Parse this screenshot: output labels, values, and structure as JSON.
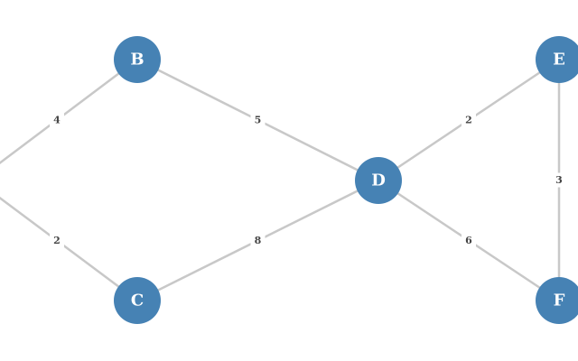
{
  "graph": {
    "node_color": "#4682b4",
    "edge_color": "#c8c8c8",
    "nodes": [
      {
        "id": "A",
        "label": ""
      },
      {
        "id": "B",
        "label": "B"
      },
      {
        "id": "C",
        "label": "C"
      },
      {
        "id": "D",
        "label": "D"
      },
      {
        "id": "E",
        "label": "E"
      },
      {
        "id": "F",
        "label": "F"
      }
    ],
    "edges": [
      {
        "from": "A",
        "to": "B",
        "weight": "4"
      },
      {
        "from": "A",
        "to": "C",
        "weight": "2"
      },
      {
        "from": "B",
        "to": "D",
        "weight": "5"
      },
      {
        "from": "C",
        "to": "D",
        "weight": "8"
      },
      {
        "from": "D",
        "to": "E",
        "weight": "2"
      },
      {
        "from": "D",
        "to": "F",
        "weight": "6"
      },
      {
        "from": "E",
        "to": "F",
        "weight": "3"
      }
    ]
  }
}
